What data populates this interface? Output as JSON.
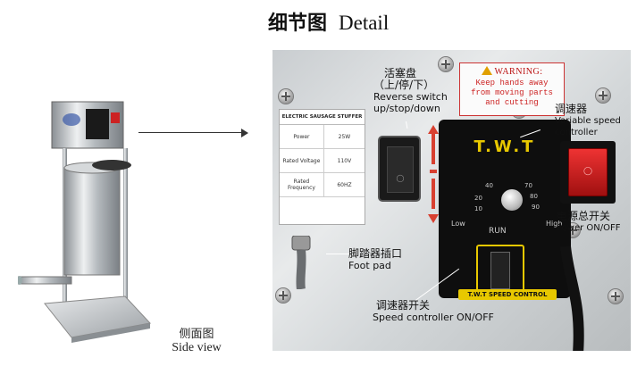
{
  "heading": {
    "chinese": "细节图",
    "english": "Detail"
  },
  "side_view": {
    "chinese": "侧面图",
    "english": "Side view"
  },
  "spec_card": {
    "title": "ELECTRIC SAUSAGE STUFFER",
    "rows": [
      {
        "label": "Power",
        "value": "25W"
      },
      {
        "label": "Rated Voltage",
        "value": "110V"
      },
      {
        "label": "Rated Frequency",
        "value": "60HZ"
      }
    ]
  },
  "warning_sticker": {
    "heading": "WARNING:",
    "lines": [
      "Keep hands away",
      "from moving parts",
      "and cutting"
    ]
  },
  "controller": {
    "brand": "T.W.T",
    "speeds": [
      "10",
      "20",
      "40",
      "70",
      "80",
      "90"
    ],
    "low": "Low",
    "high": "High",
    "run": "RUN",
    "label_bar": "T.W.T SPEED CONTROL"
  },
  "callouts": {
    "reverse_switch": {
      "chinese_1": "活塞盘",
      "chinese_2": "（上/停/下）",
      "english_1": "Reverse switch",
      "english_2": "up/stop/down"
    },
    "speed_controller": {
      "chinese": "调速器",
      "english_1": "Variable speed",
      "english_2": "controller"
    },
    "power": {
      "chinese": "电源总开关",
      "english": "Power ON/OFF"
    },
    "foot_pad": {
      "chinese": "脚踏器插口",
      "english": "Foot pad"
    },
    "speed_switch": {
      "chinese": "调速器开关",
      "english": "Speed controller ON/OFF"
    }
  },
  "colors": {
    "warning_red": "#b11111",
    "controller_yellow": "#e8c800",
    "power_red": "#d42020"
  }
}
